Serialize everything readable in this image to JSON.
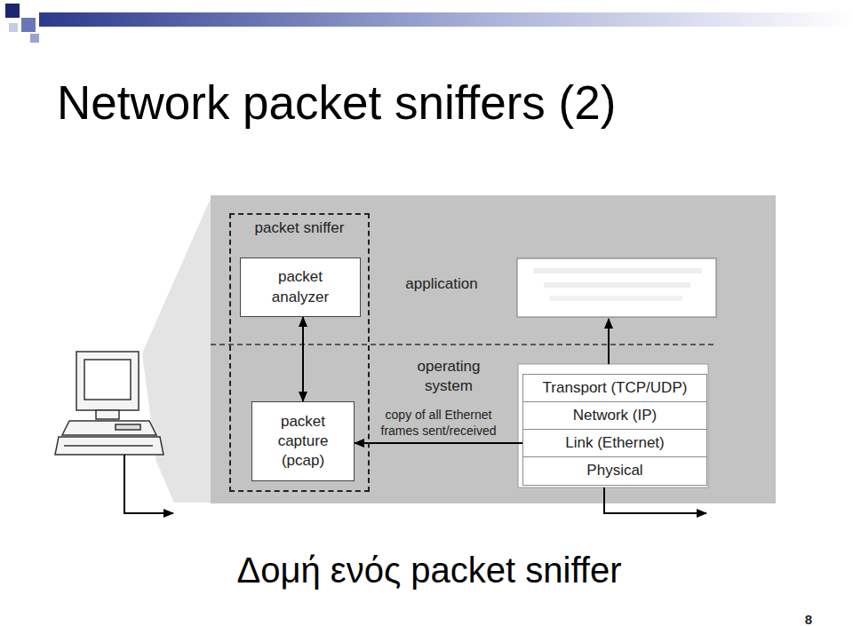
{
  "diagram": {
    "title": "Network packet sniffers (2)",
    "caption": "Δομή ενός packet sniffer",
    "nodes": [
      {
        "text": [
          "packet sniffer"
        ]
      },
      {
        "text": [
          "packet analyzer"
        ],
        "in": 0
      },
      {
        "text": [
          "packet capture (pcap)"
        ],
        "in": 0
      },
      {
        "text": [
          "Transport (TCP/UDP)"
        ]
      },
      {
        "text": [
          "Network (IP)"
        ]
      },
      {
        "text": [
          "Link (Ethernet)"
        ]
      },
      {
        "text": [
          "Physical"
        ]
      }
    ],
    "edges": [
      {
        "from": 1,
        "to": 2,
        "arrow": "both"
      },
      {
        "from": 5,
        "to": 2,
        "label": "copy of all Ethernet frames sent/received",
        "arrow": "to"
      }
    ],
    "labels": [
      "application",
      "operating system",
      "8"
    ]
  }
}
